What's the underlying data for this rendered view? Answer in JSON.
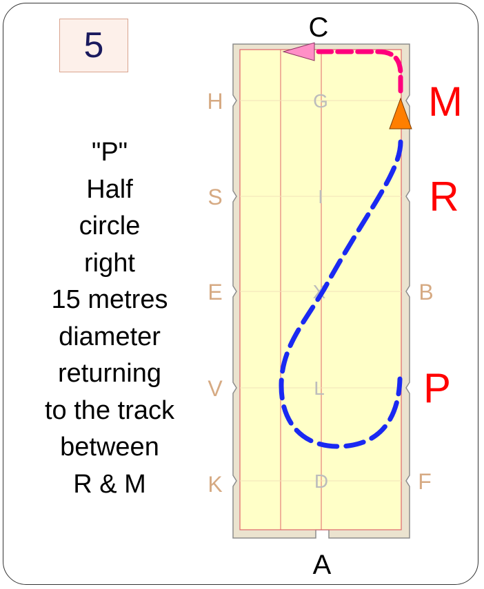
{
  "movement_number": "5",
  "instructions": [
    "\"P\"",
    "Half",
    "circle",
    "right",
    "15 metres",
    "diameter",
    "returning",
    "to the track",
    "between",
    "R & M"
  ],
  "arena": {
    "end_letters": {
      "top": "C",
      "bottom": "A"
    },
    "left_letters": [
      "H",
      "S",
      "E",
      "V",
      "K"
    ],
    "right_letters": [
      "M",
      "R",
      "B",
      "P",
      "F"
    ],
    "center_letters": [
      "G",
      "I",
      "X",
      "L",
      "D"
    ],
    "highlighted_letters": [
      "M",
      "R",
      "P"
    ],
    "colors": {
      "surface": "#ffffc8",
      "border_fill": "#ebe3cf",
      "guide_line": "#e0656a",
      "path_blue": "#1a29f2",
      "path_pink": "#ff007c",
      "start_arrow": "#ff7f00",
      "end_arrow": "#ff8fc6",
      "highlight_letter": "#ff0000"
    }
  }
}
